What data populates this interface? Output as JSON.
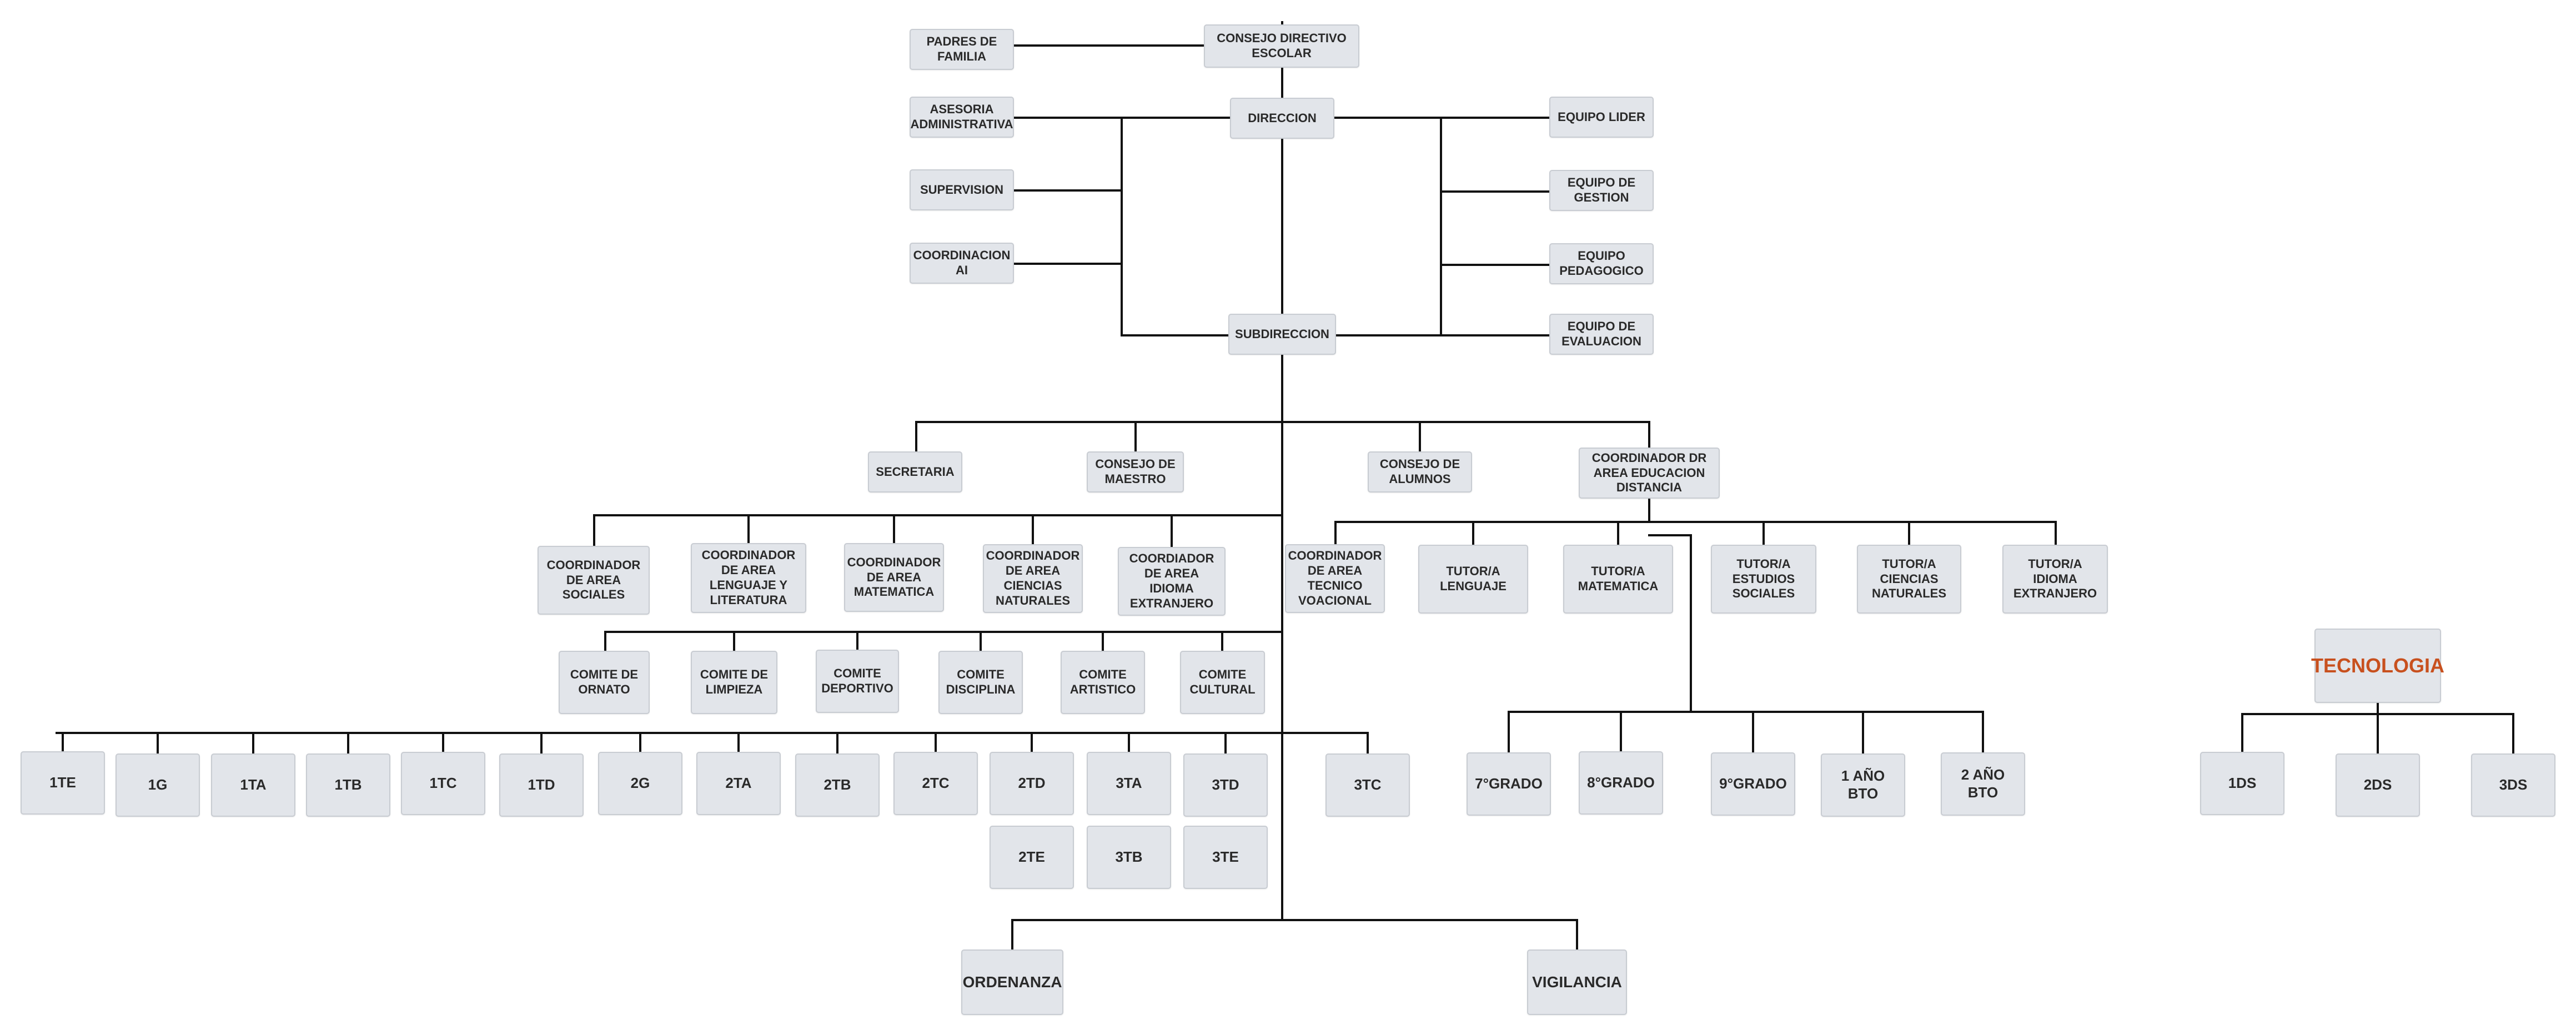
{
  "nodes": {
    "consejo_directivo": "CONSEJO DIRECTIVO ESCOLAR",
    "padres": "PADRES DE FAMILIA",
    "direccion": "DIRECCION",
    "asesoria": "ASESORIA ADMINISTRATIVA",
    "supervision": "SUPERVISION",
    "coordinacion_ai": "COORDINACION AI",
    "equipo_lider": "EQUIPO LIDER",
    "equipo_gestion": "EQUIPO DE GESTION",
    "equipo_pedagogico": "EQUIPO PEDAGOGICO",
    "equipo_evaluacion": "EQUIPO DE EVALUACION",
    "subdireccion": "SUBDIRECCION",
    "secretaria": "SECRETARIA",
    "consejo_maestro": "CONSEJO DE MAESTRO",
    "consejo_alumnos": "CONSEJO DE ALUMNOS",
    "coord_distancia": "COORDINADOR DR AREA EDUCACION DISTANCIA",
    "coord_sociales": "COORDINADOR DE AREA SOCIALES",
    "coord_lenguaje": "COORDINADOR DE AREA LENGUAJE Y LITERATURA",
    "coord_matematica": "COORDINADOR DE AREA MATEMATICA",
    "coord_ciencias": "COORDINADOR DE AREA CIENCIAS NATURALES",
    "coord_idioma": "COORDIADOR DE AREA IDIOMA EXTRANJERO",
    "coord_tecnico": "COORDINADOR DE AREA TECNICO VOACIONAL",
    "tutor_lenguaje": "TUTOR/A LENGUAJE",
    "tutor_matematica": "TUTOR/A MATEMATICA",
    "tutor_estudios": "TUTOR/A ESTUDIOS SOCIALES",
    "tutor_ciencias": "TUTOR/A CIENCIAS NATURALES",
    "tutor_idioma": "TUTOR/A IDIOMA EXTRANJERO",
    "comite_ornato": "COMITE DE ORNATO",
    "comite_limpieza": "COMITE DE LIMPIEZA",
    "comite_deportivo": "COMITE DEPORTIVO",
    "comite_disciplina": "COMITE DISCIPLINA",
    "comite_artistico": "COMITE ARTISTICO",
    "comite_cultural": "COMITE CULTURAL",
    "ordenanza": "ORDENANZA",
    "vigilancia": "VIGILANCIA",
    "tecnologia": "TECNOLOGIA",
    "ds1": "1DS",
    "ds2": "2DS",
    "ds3": "3DS"
  },
  "sections": [
    "1TE",
    "1G",
    "1TA",
    "1TB",
    "1TC",
    "1TD",
    "2G",
    "2TA",
    "2TB",
    "2TC",
    "2TD",
    "3TA",
    "3TD",
    "3TC"
  ],
  "sections_lower": [
    "2TE",
    "3TB",
    "3TE"
  ],
  "grados": [
    "7°GRADO",
    "8°GRADO",
    "9°GRADO",
    "1 AÑO BTO",
    "2 AÑO BTO"
  ],
  "colors": {
    "box_fill": "#e2e5ea",
    "box_border": "#c8ccd2",
    "line": "#111111",
    "accent": "#c8501e"
  }
}
